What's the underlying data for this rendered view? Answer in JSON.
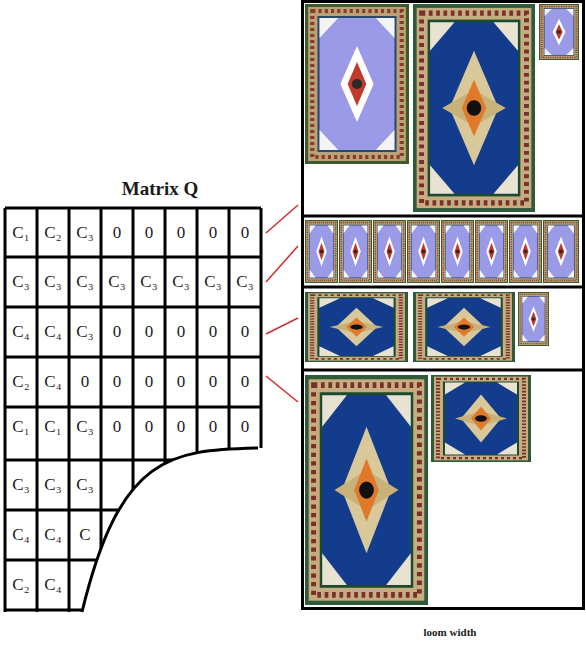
{
  "diagram": {
    "labels": [
      "Matrix Q",
      "C₁",
      "C₂",
      "C₃",
      "0",
      "0",
      "0",
      "0",
      "0",
      "C₃",
      "C₃",
      "C₃",
      "C₃",
      "C₃",
      "C₃",
      "C₃",
      "C₃",
      "C₄",
      "C₄",
      "C₃",
      "0",
      "0",
      "0",
      "0",
      "0",
      "C₂",
      "C₄",
      "0",
      "0",
      "0",
      "0",
      "0",
      "0",
      "C₁",
      "C₁",
      "C₃",
      "0",
      "0",
      "0",
      "0",
      "0",
      "C₃",
      "C₃",
      "C₃",
      "C₄",
      "C₄",
      "C",
      "C₂",
      "C₄",
      "loom width"
    ]
  }
}
